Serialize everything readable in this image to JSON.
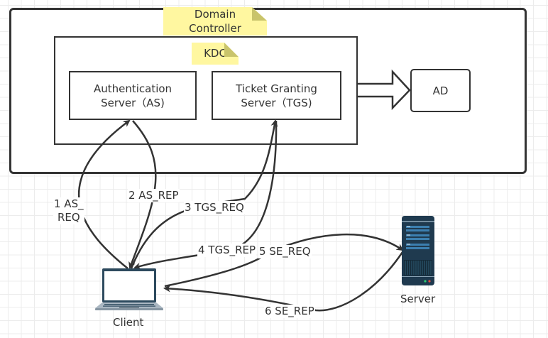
{
  "diagram": {
    "domain_controller": {
      "label_line1": "Domain",
      "label_line2": "Controller"
    },
    "kdc": {
      "label": "KDC"
    },
    "as": {
      "line1": "Authentication",
      "line2": "Server（AS)"
    },
    "tgs": {
      "line1": "Ticket Granting",
      "line2": "Server（TGS)"
    },
    "ad": {
      "label": "AD"
    },
    "client": {
      "label": "Client",
      "icon": "laptop-icon"
    },
    "server": {
      "label": "Server",
      "icon": "server-rack-icon"
    },
    "messages": [
      {
        "step": 1,
        "label_line1": "1 AS_",
        "label_line2": "REQ",
        "from": "Client",
        "to": "Authentication Server"
      },
      {
        "step": 2,
        "label": "2 AS_REP",
        "from": "Authentication Server",
        "to": "Client"
      },
      {
        "step": 3,
        "label": "3 TGS_REQ",
        "from": "Client",
        "to": "Ticket Granting Server"
      },
      {
        "step": 4,
        "label": "4 TGS_REP",
        "from": "Ticket Granting Server",
        "to": "Client"
      },
      {
        "step": 5,
        "label": "5 SE_REQ",
        "from": "Client",
        "to": "Server"
      },
      {
        "step": 6,
        "label": "6 SE_REP",
        "from": "Server",
        "to": "Client"
      }
    ],
    "colors": {
      "stroke": "#333333",
      "note_fill": "#fff7a0",
      "note_fold": "#c9c46b",
      "device_dark": "#2d4a5e",
      "grid": "#ececec"
    }
  }
}
